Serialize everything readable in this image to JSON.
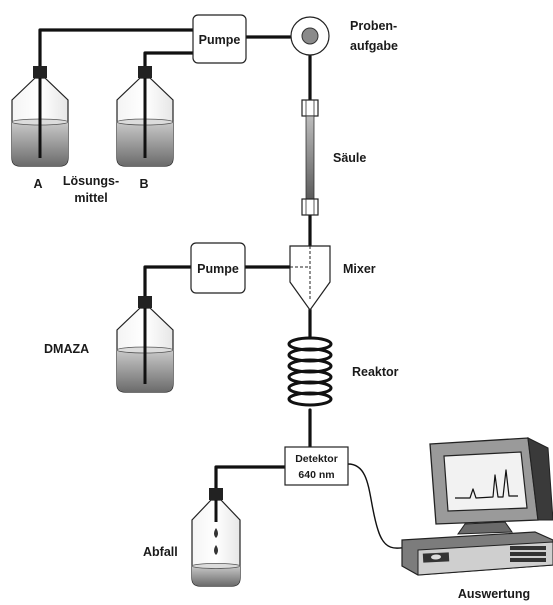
{
  "labels": {
    "pump_top": "Pumpe",
    "pump_mid": "Pumpe",
    "injector_line1": "Proben-",
    "injector_line2": "aufgabe",
    "column": "Säule",
    "mixer": "Mixer",
    "reactor": "Reaktor",
    "detector_line1": "Detektor",
    "detector_line2": "640 nm",
    "solvent_a": "A",
    "solvent_b": "B",
    "solvent_line1": "Lösungs-",
    "solvent_line2": "mittel",
    "reagent": "DMAZA",
    "waste": "Abfall",
    "evaluation": "Auswertung"
  }
}
